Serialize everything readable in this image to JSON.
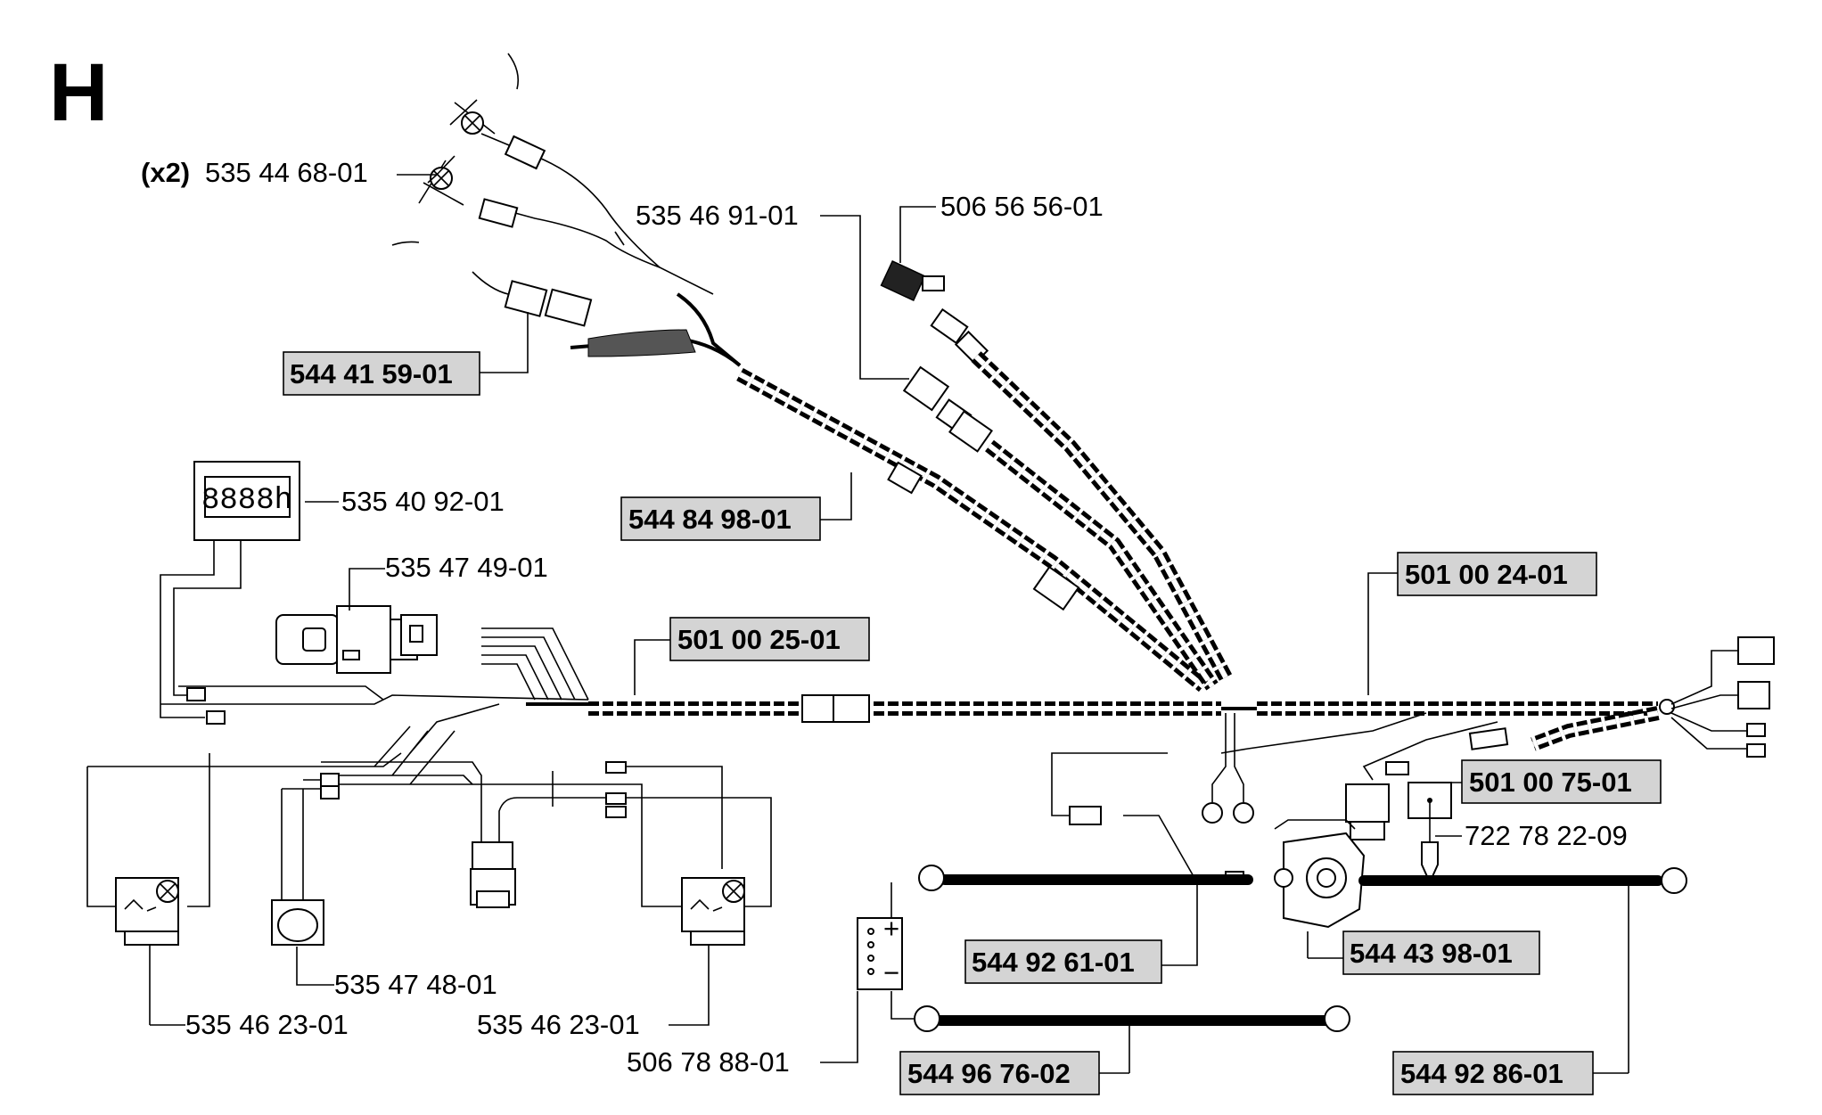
{
  "section_letter": "H",
  "labels": {
    "spotlight_bulb_qty": "(x2)",
    "spotlight_bulb": "535 44 68-01",
    "connector_harness_upper": "535 46 91-01",
    "relay_upper": "506 56 56-01",
    "plug_harness": "544 41 59-01",
    "hour_meter": "535 40 92-01",
    "ignition_switch": "535 47 49-01",
    "wiring_harness_front": "544 84 98-01",
    "wiring_harness_main": "501 00 25-01",
    "wiring_harness_rear": "501 00 24-01",
    "relay_rear": "501 00 75-01",
    "fuse_pin": "722 78 22-09",
    "switch_left": "535 46 23-01",
    "sensor": "535 47 48-01",
    "switch_right": "535 46 23-01",
    "battery": "506 78 88-01",
    "cable_battery_plus": "544 92 61-01",
    "solenoid": "544 43 98-01",
    "cable_battery_minus": "544 96 76-02",
    "cable_starter": "544 92 86-01"
  },
  "hour_meter_display": "8888h",
  "battery_plus_symbol": "+",
  "battery_minus_symbol": "−"
}
